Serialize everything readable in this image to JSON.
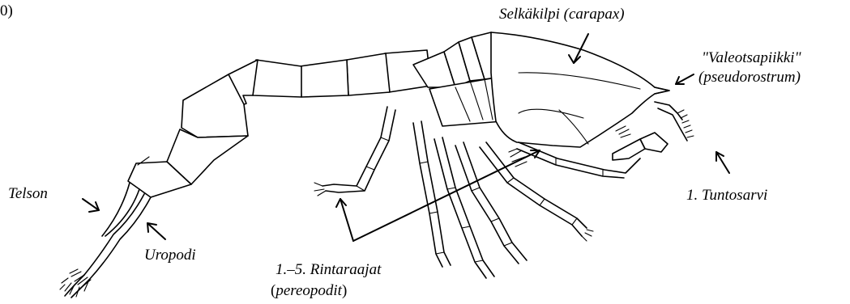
{
  "corner_text": "0)",
  "labels": {
    "carapax": "Selkäkilpi (carapax)",
    "pseudorostrum_fi": "\"Valeotsapiikki\"",
    "pseudorostrum_la": "(pseudorostrum)",
    "antenna": "1. Tuntosarvi",
    "telson": "Telson",
    "uropodi": "Uropodi",
    "pereopods_fi": "1.–5. Rintaraajat",
    "pereopods_open": "(",
    "pereopods_la": "pereopodit",
    "pereopods_close": ")"
  }
}
